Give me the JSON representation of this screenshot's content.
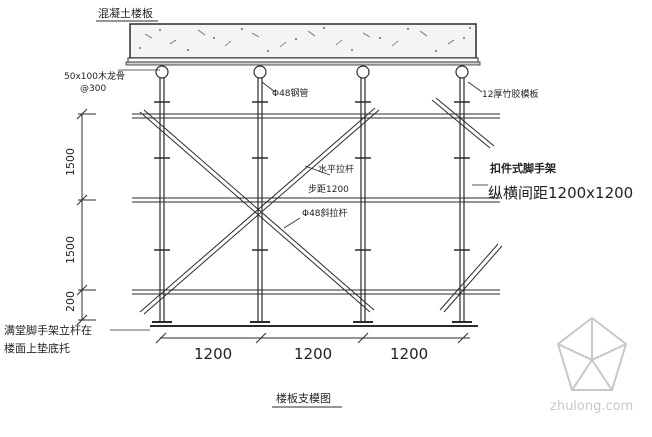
{
  "labels": {
    "slab_title": "混凝土楼板",
    "joist": "50x100木龙骨",
    "joist_spacing": "@300",
    "steel_pipe": "Φ48钢管",
    "formwork": "12厚竹胶模板",
    "horizontal_bar": "水平拉杆",
    "step_distance": "步距1200",
    "diagonal_bar": "Φ48斜拉杆",
    "scaffold_type": "扣件式脚手架",
    "spacing_note": "纵横间距1200x1200",
    "base_note_line1": "满堂脚手架立杆在",
    "base_note_line2": "楼面上垫底托",
    "caption": "楼板支模图",
    "watermark": "zhulong.com"
  },
  "dims": {
    "vertical": [
      "1500",
      "1500",
      "200"
    ],
    "horizontal": [
      "1200",
      "1200",
      "1200"
    ]
  },
  "colors": {
    "line": "#2b2b2b",
    "hatch": "#5a5a5a",
    "watermark": "#c8c8c8"
  }
}
